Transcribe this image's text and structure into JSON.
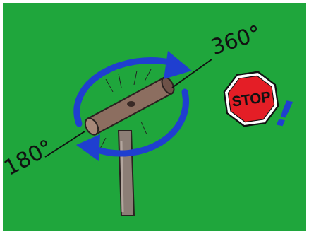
{
  "diagram": {
    "nodes": [
      {
        "text": [
          "STOP"
        ]
      }
    ],
    "labels": [
      "180°",
      "360°",
      "!"
    ]
  }
}
